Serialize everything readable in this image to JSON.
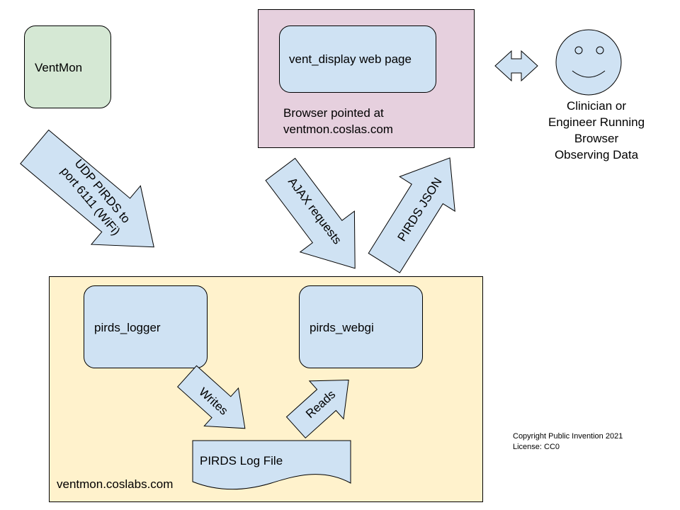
{
  "colors": {
    "green_box": "#d5e8d4",
    "pink_box": "#e6d0de",
    "yellow_box": "#fff2cc",
    "blue_box": "#cfe2f3",
    "arrow_fill": "#cfe2f3",
    "stroke": "#000000"
  },
  "nodes": {
    "ventmon": "VentMon",
    "vent_display": "vent_display web page",
    "browser_line1": "Browser pointed at",
    "browser_line2": "ventmon.coslas.com",
    "pirds_logger": "pirds_logger",
    "pirds_webgi": "pirds_webgi",
    "log_file": "PIRDS Log File",
    "server": "ventmon.coslabs.com",
    "user_line1": "Clinician or",
    "user_line2": "Engineer Running",
    "user_line3": "Browser",
    "user_line4": "Observing Data"
  },
  "arrows": {
    "udp_line1": "UDP PIRDS to",
    "udp_line2": "port 6111 (WiFi)",
    "ajax": "AJAX requests",
    "json": "PIRDS JSON",
    "writes": "Writes",
    "reads": "Reads"
  },
  "footer": {
    "copyright": "Copyright Public Invention 2021",
    "license": "License: CC0"
  },
  "icons": {
    "user": "smiley-face-icon",
    "bidirectional": "double-arrow-icon"
  }
}
